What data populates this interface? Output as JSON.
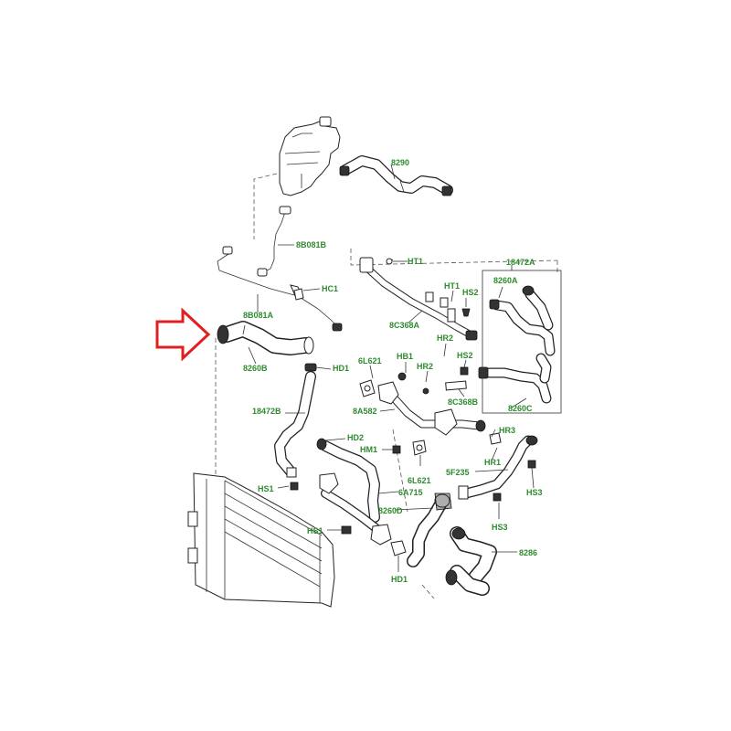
{
  "labels": {
    "l8290": "8290",
    "l8B081B": "8B081B",
    "lHT1a": "HT1",
    "l18472A": "18472A",
    "lHC1": "HC1",
    "l8B081A": "8B081A",
    "lHT1b": "HT1",
    "lHS2a": "HS2",
    "l8260A": "8260A",
    "l8C368A": "8C368A",
    "l8260B": "8260B",
    "lHD1a": "HD1",
    "lHR2a": "HR2",
    "l6L621a": "6L621",
    "lHB1": "HB1",
    "lHS2b": "HS2",
    "lHR2b": "HR2",
    "l8C368B": "8C368B",
    "l18472B": "18472B",
    "l8A582": "8A582",
    "l8260C": "8260C",
    "lHR3": "HR3",
    "lHD2": "HD2",
    "lHM1": "HM1",
    "lHR1": "HR1",
    "l5F235": "5F235",
    "l6L621b": "6L621",
    "lHS3a": "HS3",
    "lHS1a": "HS1",
    "l6A715": "6A715",
    "l8260D": "8260D",
    "lHS3b": "HS3",
    "lHS1b": "HS1",
    "l8286": "8286",
    "lHD1b": "HD1"
  },
  "colors": {
    "label": "#2e8b2e",
    "arrow": "#e02020",
    "lines": "#333333"
  }
}
